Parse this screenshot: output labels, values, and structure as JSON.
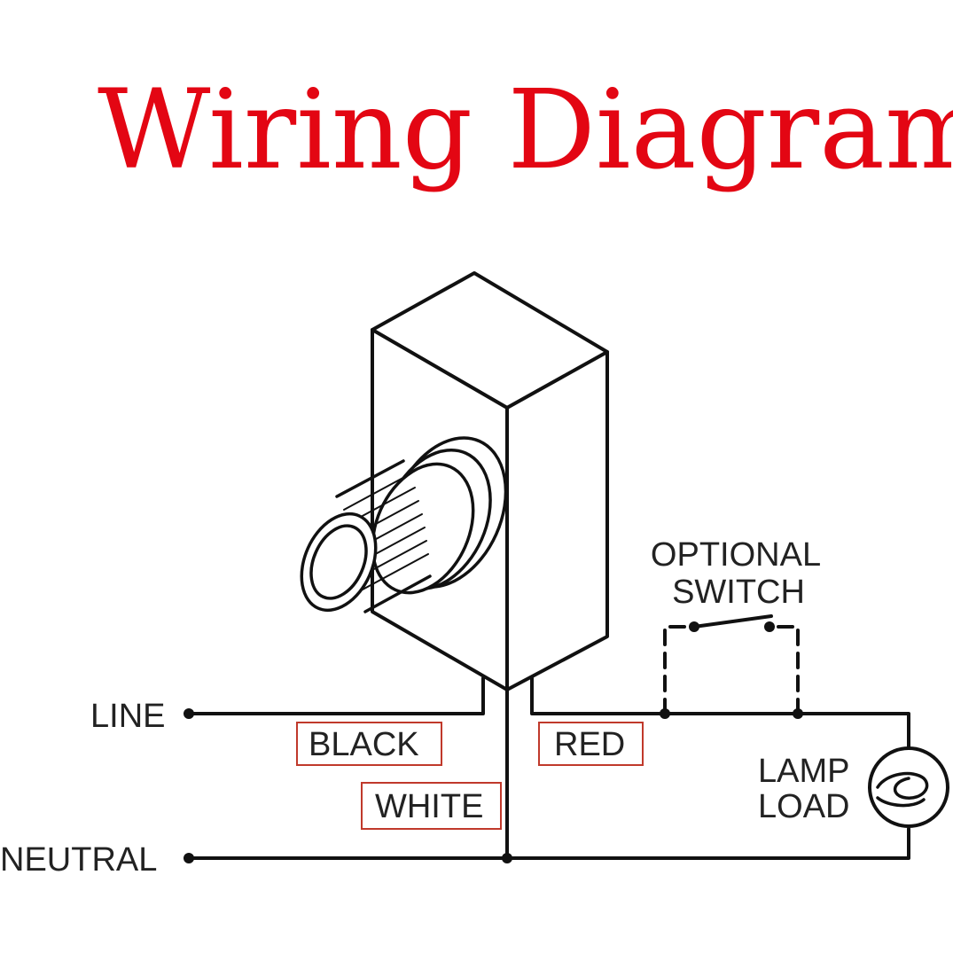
{
  "title": "Wiring Diagram",
  "colors": {
    "title": "#e30613",
    "label_box": "#c0392b",
    "line": "#111111"
  },
  "labels": {
    "line": "LINE",
    "neutral": "NEUTRAL",
    "black": "BLACK",
    "white": "WHITE",
    "red": "RED",
    "optional_1": "OPTIONAL",
    "optional_2": "SWITCH",
    "lamp_1": "LAMP",
    "lamp_2": "LOAD"
  }
}
